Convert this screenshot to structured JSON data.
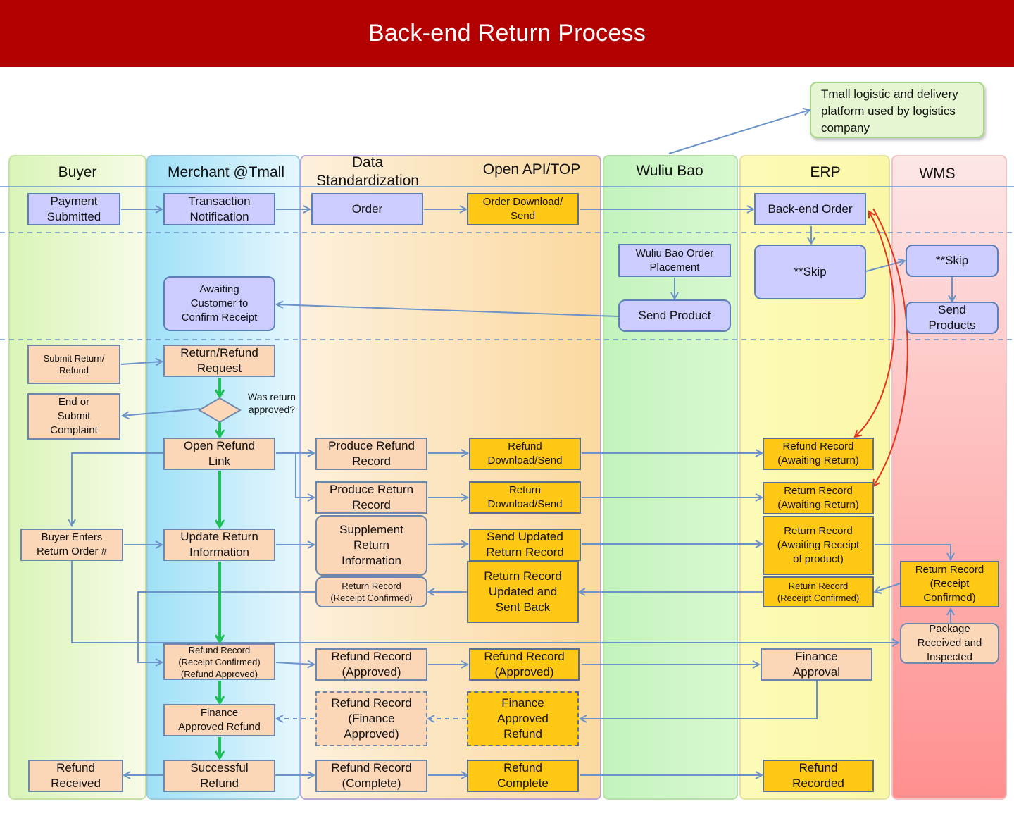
{
  "title": "Back-end Return Process",
  "note": "Tmall logistic and delivery\nplatform used by logistics\ncompany",
  "lanes": {
    "buyer": "Buyer",
    "merchant": "Merchant @Tmall",
    "data_std": "Data\nStandardization",
    "open_api": "Open API/TOP",
    "wuliu": "Wuliu Bao",
    "erp": "ERP",
    "wms": "WMS"
  },
  "decision_label": "Was return\napproved?",
  "boxes": {
    "payment_submitted": "Payment\nSubmitted",
    "transaction_notification": "Transaction\nNotification",
    "order": "Order",
    "order_download": "Order Download/\nSend",
    "backend_order": "Back-end Order",
    "wuliu_order_placement": "Wuliu Bao Order\nPlacement",
    "send_product": "Send Product",
    "awaiting_confirm": "Awaiting\nCustomer to\nConfirm Receipt",
    "erp_skip": "**Skip",
    "wms_skip": "**Skip",
    "send_products": "Send\nProducts",
    "submit_return": "Submit Return/\nRefund",
    "return_refund_request": "Return/Refund\nRequest",
    "end_or_complaint": "End or\nSubmit\nComplaint",
    "open_refund_link": "Open Refund\nLink",
    "produce_refund_record": "Produce Refund\nRecord",
    "refund_download": "Refund\nDownload/Send",
    "erp_refund_awaiting": "Refund Record\n(Awaiting Return)",
    "produce_return_record": "Produce Return\nRecord",
    "return_download": "Return\nDownload/Send",
    "erp_return_awaiting": "Return Record\n(Awaiting Return)",
    "buyer_enters_return": "Buyer Enters\nReturn Order #",
    "update_return_info": "Update Return\nInformation",
    "supplement_return_info": "Supplement\nReturn\nInformation",
    "send_updated_return": "Send Updated\nReturn Record",
    "erp_return_awaiting_receipt": "Return Record\n(Awaiting Receipt\nof product)",
    "wms_return_receipt_confirmed": "Return Record\n(Receipt\nConfirmed)",
    "ds_return_receipt_confirmed": "Return Record\n(Receipt Confirmed)",
    "return_updated_sent_back": "Return Record\nUpdated and\nSent Back",
    "erp_return_receipt_confirmed": "Return Record\n(Receipt Confirmed)",
    "package_inspected": "Package\nReceived and\nInspected",
    "merchant_refund_record_confirmed": "Refund Record\n(Receipt Confirmed)\n(Refund Approved)",
    "ds_refund_approved": "Refund Record\n(Approved)",
    "api_refund_approved": "Refund Record\n(Approved)",
    "finance_approval": "Finance\nApproval",
    "finance_approved_refund": "Finance\nApproved Refund",
    "ds_refund_finance_approved": "Refund Record\n(Finance\nApproved)",
    "api_finance_approved_refund": "Finance\nApproved\nRefund",
    "refund_received": "Refund\nReceived",
    "successful_refund": "Successful\nRefund",
    "ds_refund_complete": "Refund Record\n(Complete)",
    "api_refund_complete": "Refund\nComplete",
    "erp_refund_recorded": "Refund\nRecorded"
  },
  "colors": {
    "header": "#b30000",
    "blue_box": "#ccccff",
    "peach_box": "#fbd7b8",
    "gold_box": "#ffc814",
    "arrow": "#6b93c9",
    "flow_green": "#1fbf5a",
    "link_red": "#e8331c"
  }
}
